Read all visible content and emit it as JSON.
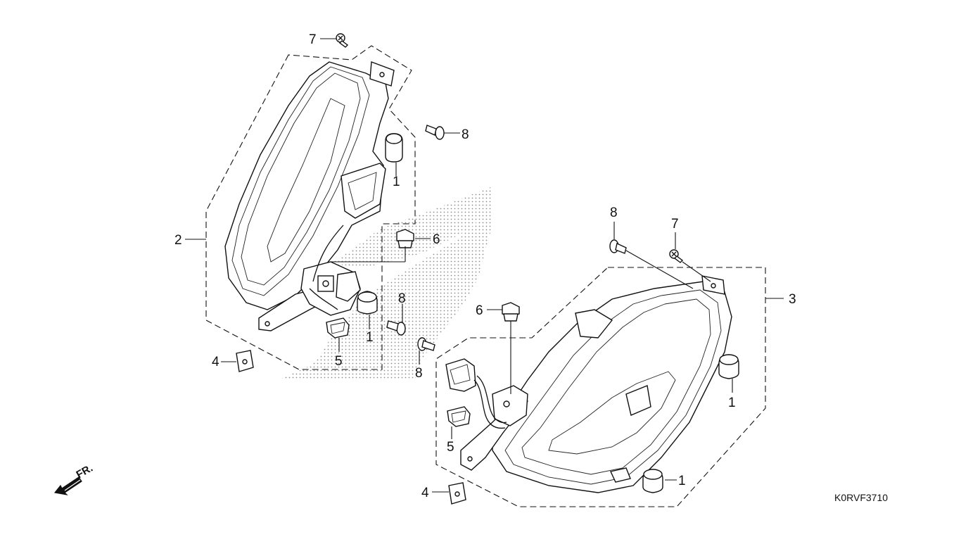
{
  "diagram": {
    "callouts": {
      "left_frame": "2",
      "right_frame": "3",
      "collar_top": "1",
      "collar_left_bottom": "1",
      "collar_right_mid": "1",
      "collar_right_bottom": "1",
      "clip_left": "4",
      "clip_right": "4",
      "socket_left": "5",
      "socket_right": "5",
      "bolt_left": "6",
      "bolt_right": "6",
      "screw7_left": "7",
      "screw7_right": "7",
      "screw8_top": "8",
      "screw8_mid": "8",
      "screw8_low": "8",
      "screw8_right": "8"
    },
    "direction_label": "FR.",
    "drawing_code": "K0RVF3710",
    "colors": {
      "line": "#111111",
      "background": "#ffffff",
      "stipple": "#9a9a9a"
    }
  }
}
